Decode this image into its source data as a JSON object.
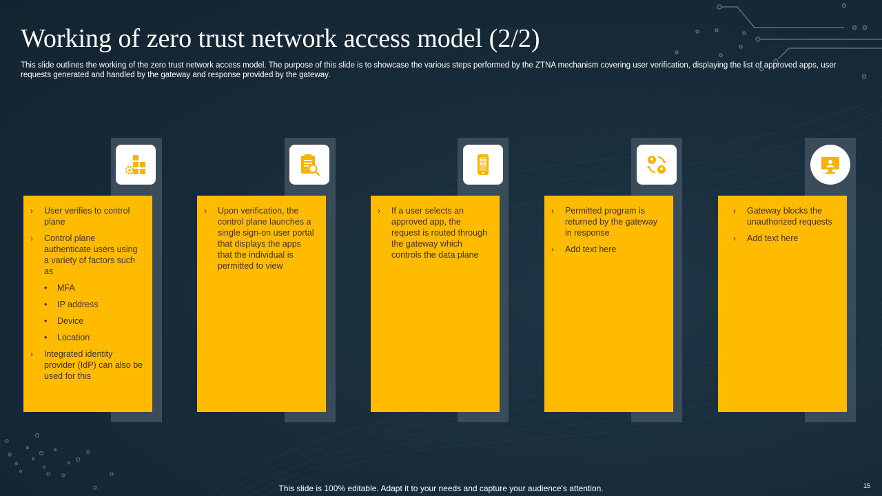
{
  "slide": {
    "title": "Working of zero trust network access model (2/2)",
    "subtitle": "This slide outlines the working of the zero trust network access model. The purpose of this slide is to showcase the various steps performed by the ZTNA mechanism covering user verification, displaying the list of approved apps, user requests generated and handled by the gateway and response provided by the gateway.",
    "footer": "This slide is 100% editable. Adapt it to your needs and capture your audience's attention.",
    "page_number": "15",
    "colors": {
      "background": "#172a38",
      "card": "#ffbb00",
      "column": "#3a4b5a",
      "icon": "#f5b400"
    }
  },
  "steps": [
    {
      "icon": "boxes-gear-icon",
      "bullet_1": "User verifies  to control plane",
      "bullet_2": "Control plane authenticate users using a variety  of factors such as",
      "sub_1": "MFA",
      "sub_2": "IP address",
      "sub_3": "Device",
      "sub_4": "Location",
      "bullet_3": "Integrated identity provider  (IdP) can also be used for this"
    },
    {
      "icon": "clipboard-search-icon",
      "bullet_1": "Upon verification,  the control plane launches a single sign-on user portal that displays the apps that the individual is permitted to view"
    },
    {
      "icon": "mobile-app-icon",
      "bullet_1": "If a user selects an approved  app, the request is routed through the gateway which controls the data plane"
    },
    {
      "icon": "user-exchange-icon",
      "bullet_1": "Permitted program  is returned  by the gateway in response",
      "bullet_2": "Add text here"
    },
    {
      "icon": "monitor-user-icon",
      "bullet_1": "Gateway blocks the unauthorized requests",
      "bullet_2": "Add text here"
    }
  ]
}
